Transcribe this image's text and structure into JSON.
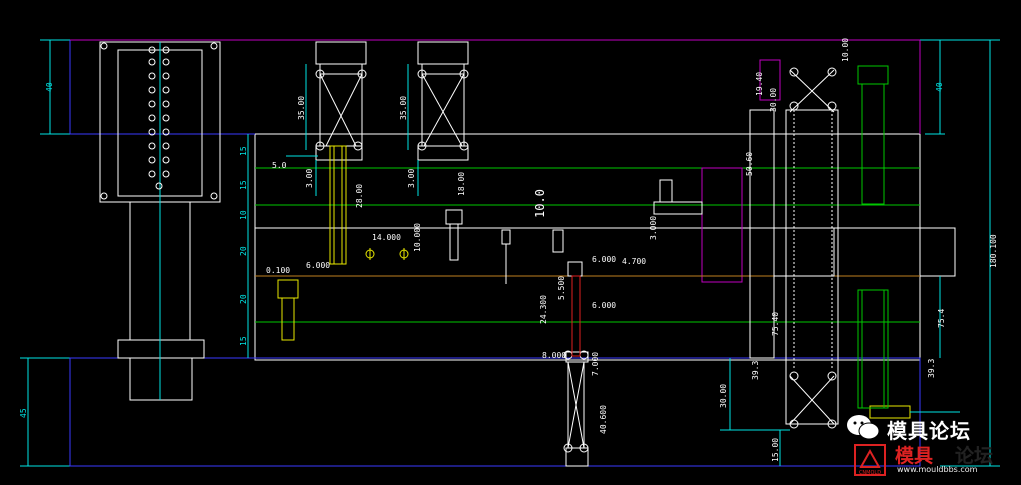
{
  "colors": {
    "background": "#000000",
    "plate": "#ffffff",
    "cyan": "#00e5e5",
    "green": "#00c800",
    "blue": "#3a3aff",
    "magenta": "#c000c0",
    "yellow": "#e8e800",
    "orange": "#c08020",
    "red": "#e02020"
  },
  "dims": {
    "left_40": "40",
    "left_15a": "15",
    "left_15b": "15",
    "left_10": "10",
    "left_20a": "20",
    "left_20b": "20",
    "left_15c": "15",
    "left_45": "45",
    "d_100": "0.100",
    "d_5": "5.0",
    "d_35a": "35.00",
    "d_35b": "35.00",
    "d_3a": "3.00",
    "d_3b": "3.00",
    "d_28": "28.00",
    "d_18": "18.00",
    "d_14": "14.000",
    "d_10": "10.000",
    "d_6a": "6.000",
    "d_10big": "10.0",
    "d_3000": "3.000",
    "d_6b": "6.000",
    "d_4700": "4.700",
    "d_5500": "5.500",
    "d_24300": "24.300",
    "d_6c": "6.000",
    "d_8": "8.000",
    "d_7": "7.000",
    "d_40600": "40.600",
    "r_19": "19.40",
    "r_30a": "30.00",
    "r_10": "10.00",
    "r_50": "50.60",
    "r_40": "40",
    "r_75a": "75.40",
    "r_75b": "75.4",
    "r_39a": "39.3",
    "r_39b": "39.3",
    "r_30b": "30.00",
    "r_15": "15.00",
    "r_180": "180.100"
  },
  "watermark": {
    "title": "模具论坛",
    "sub_a": "模具",
    "sub_b": "论坛",
    "logo_text": "CNMOLD",
    "url": "www.mouldbbs.com"
  }
}
